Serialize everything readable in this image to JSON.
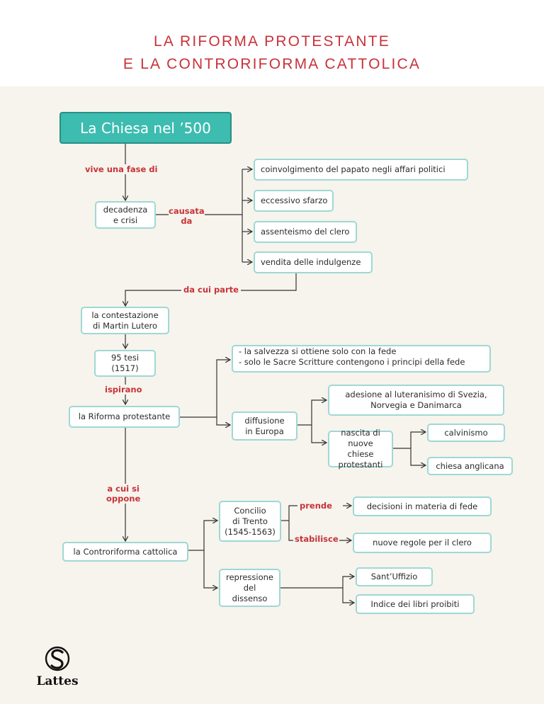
{
  "header": {
    "title_line1": "LA RIFORMA PROTESTANTE",
    "title_line2": "E LA CONTRORIFORMA CATTOLICA"
  },
  "map": {
    "main_node": "La Chiesa nel ’500",
    "label_vive": "vive una fase di",
    "decadenza_line1": "decadenza",
    "decadenza_line2": "e crisi",
    "label_causata_line1": "causata",
    "label_causata_line2": "da",
    "cause_1": "coinvolgimento del papato negli affari politici",
    "cause_2": "eccessivo sfarzo",
    "cause_3": "assenteismo del clero",
    "cause_4": "vendita delle indulgenze",
    "label_dacui": "da cui parte",
    "lutero_line1": "la contestazione",
    "lutero_line2": "di Martin Lutero",
    "tesi_line1": "95 tesi",
    "tesi_line2": "(1517)",
    "label_ispirano": "ispirano",
    "riforma": "la Riforma protestante",
    "principi_line1": "- la salvezza si ottiene solo con la fede",
    "principi_line2": "- solo le Sacre Scritture contengono i principi della fede",
    "diffusione_line1": "diffusione",
    "diffusione_line2": "in Europa",
    "adesione_line1": "adesione al luteranisimo di Svezia,",
    "adesione_line2": "Norvegia e Danimarca",
    "nascita_line1": "nascita di",
    "nascita_line2": "nuove chiese",
    "nascita_line3": "protestanti",
    "calvinismo": "calvinismo",
    "anglicana": "chiesa anglicana",
    "label_oppone_line1": "a cui si",
    "label_oppone_line2": "oppone",
    "controriforma": "la Controriforma cattolica",
    "concilio_line1": "Concilio",
    "concilio_line2": "di Trento",
    "concilio_line3": "(1545-1563)",
    "label_prende": "prende",
    "decisioni": "decisioni in materia di fede",
    "label_stabilisce": "stabilisce",
    "regole": "nuove regole per il clero",
    "repressione_line1": "repressione",
    "repressione_line2": "del dissenso",
    "uffizio": "Sant’Uffizio",
    "indice": "Indice dei libri proibiti"
  },
  "footer": {
    "logo_text": "Lattes"
  },
  "colors": {
    "title_red": "#c8323a",
    "teal": "#3dbcb0",
    "box_border": "#9fd8d5",
    "panel_bg": "#f6f4ec"
  }
}
